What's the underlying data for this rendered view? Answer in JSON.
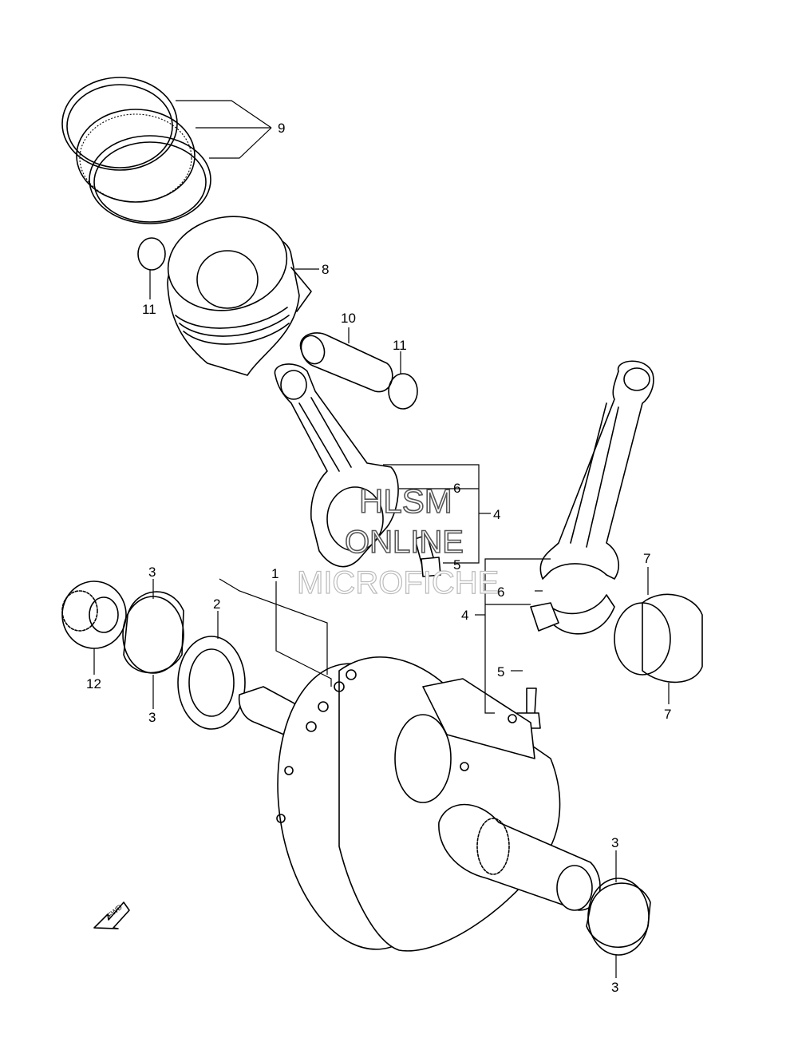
{
  "callouts": {
    "c1": "1",
    "c2": "2",
    "c3a": "3",
    "c3b": "3",
    "c3c": "3",
    "c3d": "3",
    "c4a": "4",
    "c4b": "4",
    "c5a": "5",
    "c5b": "5",
    "c6a": "6",
    "c6b": "6",
    "c7a": "7",
    "c7b": "7",
    "c8": "8",
    "c9": "9",
    "c10": "10",
    "c11a": "11",
    "c11b": "11",
    "c12": "12"
  },
  "watermark": {
    "line1": "HLSM",
    "line2": "ONLINE",
    "line3": "MICROFICHE"
  },
  "fwd_label": "FWD"
}
